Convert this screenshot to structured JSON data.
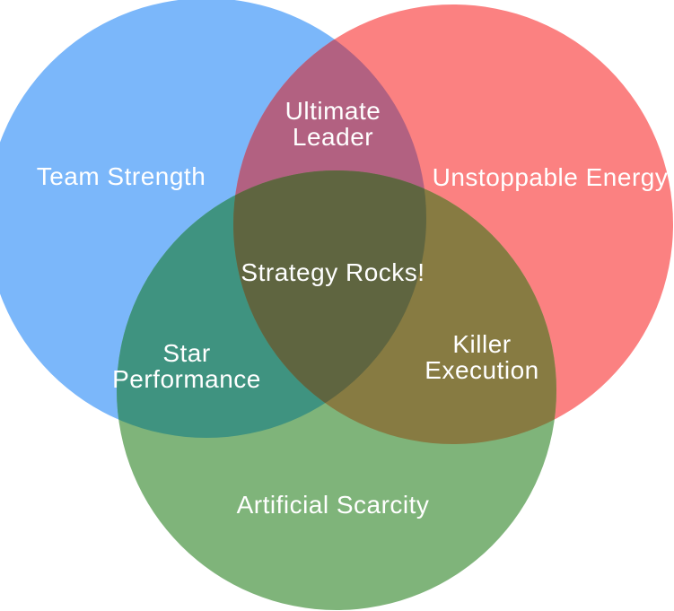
{
  "venn": {
    "background": "#FFFFFF",
    "text_color": "#FFFFFF",
    "colors": {
      "blue_circle": "#7BB7FA",
      "red_circle": "#FB8181",
      "green_circle": "#7FB47A",
      "blue_red_overlap": "#B26181",
      "blue_green_overlap": "#3F9380",
      "red_green_overlap": "#877B42",
      "triple_overlap": "#5F6540"
    },
    "labels": {
      "blue": "Team Strength",
      "red": "Unstoppable Energy",
      "green": "Artificial Scarcity",
      "blue_red": {
        "line1": "Ultimate",
        "line2": "Leader"
      },
      "blue_green": {
        "line1": "Star",
        "line2": "Performance"
      },
      "red_green": {
        "line1": "Killer",
        "line2": "Execution"
      },
      "center": "Strategy Rocks!"
    }
  }
}
